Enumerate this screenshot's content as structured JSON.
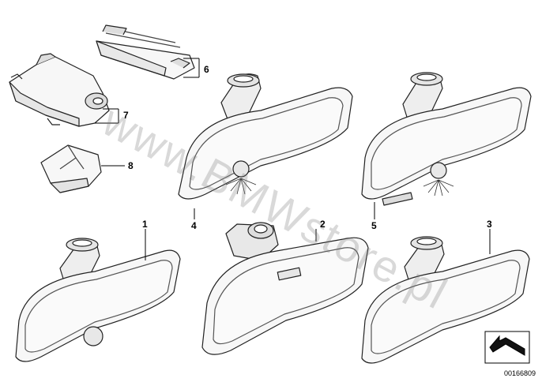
{
  "diagram": {
    "watermark": "www.BMWstore.pl",
    "catalog_number": "00166809",
    "callouts": [
      "1",
      "2",
      "3",
      "4",
      "5",
      "6",
      "7",
      "8"
    ],
    "nav_icon": "arrow-back-icon"
  }
}
